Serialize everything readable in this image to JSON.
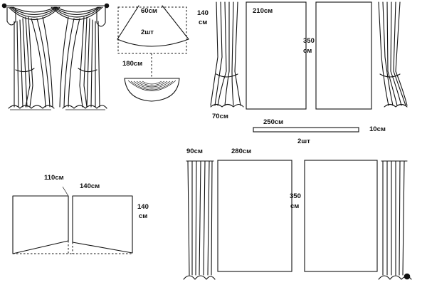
{
  "labels": {
    "swag_width": "60см",
    "swag_height": "140",
    "swag_height_unit": "см",
    "swag_qty": "2шт",
    "swag_base": "180см",
    "panel1_width": "210см",
    "panel1_height": "350",
    "panel1_height_unit": "см",
    "drape1_width": "70см",
    "strip_width": "250см",
    "strip_height": "10см",
    "strip_qty": "2шт",
    "cafe_dim1": "110см",
    "cafe_dim2": "140см",
    "cafe_height": "140",
    "cafe_height_unit": "см",
    "drape2_width": "90см",
    "panel2_width": "280см",
    "panel2_height": "350",
    "panel2_height_unit": "см"
  }
}
